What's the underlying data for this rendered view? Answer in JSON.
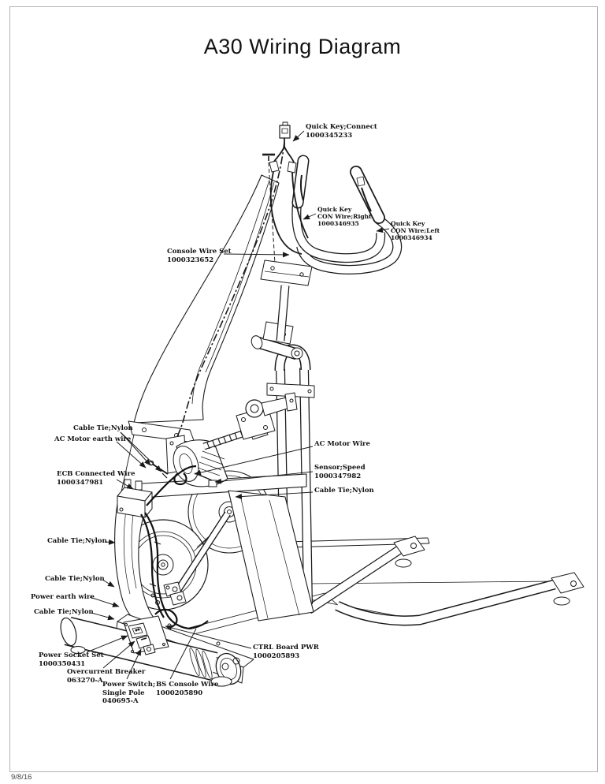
{
  "page": {
    "title": "A30 Wiring Diagram",
    "date": "9/8/16"
  },
  "colors": {
    "line": "#1a1a1a",
    "border": "#b3b3b3",
    "background": "#ffffff"
  },
  "labels": {
    "quick_key_connect": "Quick Key;Connect\n1000345233",
    "quick_key_con_wire_right": "Quick Key\nCON Wire;Right\n1000346935",
    "quick_key_con_wire_left": "Quick Key\nCON Wire;Left\n1000346934",
    "console_wire_set": "Console Wire Set\n1000323652",
    "cable_tie_nylon_top": "Cable Tie;Nylon",
    "ac_motor_earth_wire": "AC Motor earth wire",
    "ecb_connected_wire": "ECB Connected Wire\n1000347981",
    "ac_motor_wire": "AC Motor Wire",
    "sensor_speed": "Sensor;Speed\n1000347982",
    "cable_tie_nylon_right": "Cable Tie;Nylon",
    "cable_tie_nylon_mid": "Cable Tie;Nylon",
    "cable_tie_nylon_lower": "Cable Tie;Nylon",
    "power_earth_wire": "Power earth wire",
    "cable_tie_nylon_bottom": "Cable Tie;Nylon",
    "power_socket_set": "Power Socket Set\n1000350431",
    "overcurrent_breaker": "Overcurrent Breaker\n063270-A",
    "power_switch_single_pole": "Power Switch;\nSingle Pole\n040695-A",
    "bs_console_wire": "BS Console Wire\n1000205890",
    "ctrl_board_pwr": "CTRL Board PWR\n1000205893"
  }
}
